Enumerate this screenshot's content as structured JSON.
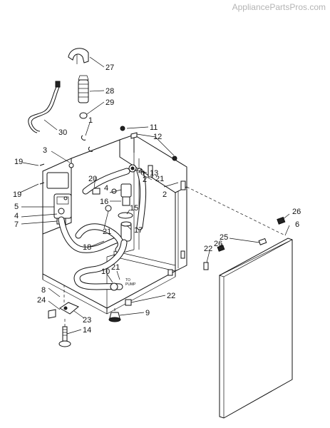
{
  "watermark": "AppliancePartsPros.com",
  "callouts": [
    {
      "id": "c27",
      "label": "27"
    },
    {
      "id": "c28",
      "label": "28"
    },
    {
      "id": "c29",
      "label": "29"
    },
    {
      "id": "c30",
      "label": "30"
    },
    {
      "id": "c1",
      "label": "1"
    },
    {
      "id": "c11",
      "label": "11"
    },
    {
      "id": "c12",
      "label": "12"
    },
    {
      "id": "c3",
      "label": "3"
    },
    {
      "id": "c19a",
      "label": "19"
    },
    {
      "id": "c20",
      "label": "20"
    },
    {
      "id": "c4a",
      "label": "4"
    },
    {
      "id": "c2a",
      "label": "2"
    },
    {
      "id": "c16",
      "label": "16"
    },
    {
      "id": "c13",
      "label": "13"
    },
    {
      "id": "c21a",
      "label": "21"
    },
    {
      "id": "c2b",
      "label": "2"
    },
    {
      "id": "c4b",
      "label": "4"
    },
    {
      "id": "c15",
      "label": "15"
    },
    {
      "id": "c19b",
      "label": "19"
    },
    {
      "id": "c5",
      "label": "5"
    },
    {
      "id": "c4c",
      "label": "4"
    },
    {
      "id": "c7",
      "label": "7"
    },
    {
      "id": "c21b",
      "label": "21"
    },
    {
      "id": "c17",
      "label": "17"
    },
    {
      "id": "c18",
      "label": "18"
    },
    {
      "id": "c26a",
      "label": "26"
    },
    {
      "id": "c6",
      "label": "6"
    },
    {
      "id": "c25",
      "label": "25"
    },
    {
      "id": "c26b",
      "label": "26"
    },
    {
      "id": "c22a",
      "label": "22"
    },
    {
      "id": "c10",
      "label": "10"
    },
    {
      "id": "c21c",
      "label": "21"
    },
    {
      "id": "c8",
      "label": "8"
    },
    {
      "id": "c24",
      "label": "24"
    },
    {
      "id": "c22b",
      "label": "22"
    },
    {
      "id": "c9",
      "label": "9"
    },
    {
      "id": "c23",
      "label": "23"
    },
    {
      "id": "c14",
      "label": "14"
    }
  ],
  "inline_labels": {
    "to_pump_1": "TO",
    "to_pump_2": "PUMP"
  }
}
